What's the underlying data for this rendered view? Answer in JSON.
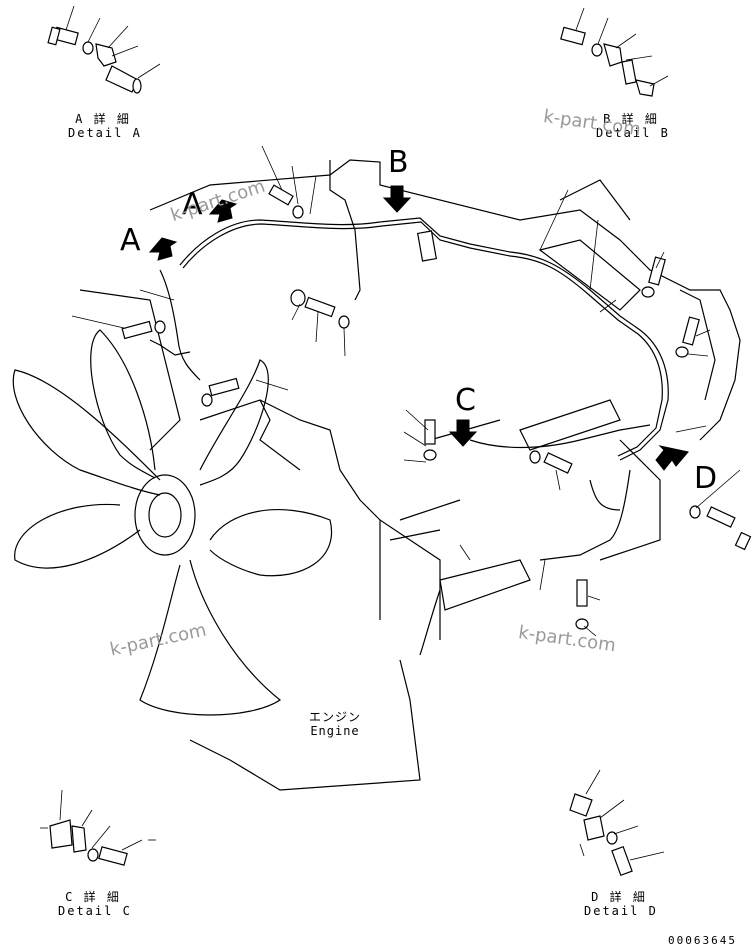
{
  "details": {
    "a": {
      "jp": "A 詳 細",
      "en": "Detail A"
    },
    "b": {
      "jp": "B 詳 細",
      "en": "Detail B"
    },
    "c": {
      "jp": "C 詳 細",
      "en": "Detail C"
    },
    "d": {
      "jp": "D 詳 細",
      "en": "Detail D"
    }
  },
  "view_letters": {
    "a1": "A",
    "a2": "A",
    "b": "B",
    "c": "C",
    "d": "D"
  },
  "engine": {
    "jp": "エンジン",
    "en": "Engine"
  },
  "watermark": "k-part.com",
  "part_number": "00063645",
  "colors": {
    "line": "#000000",
    "watermark": "#9a9a9a"
  }
}
